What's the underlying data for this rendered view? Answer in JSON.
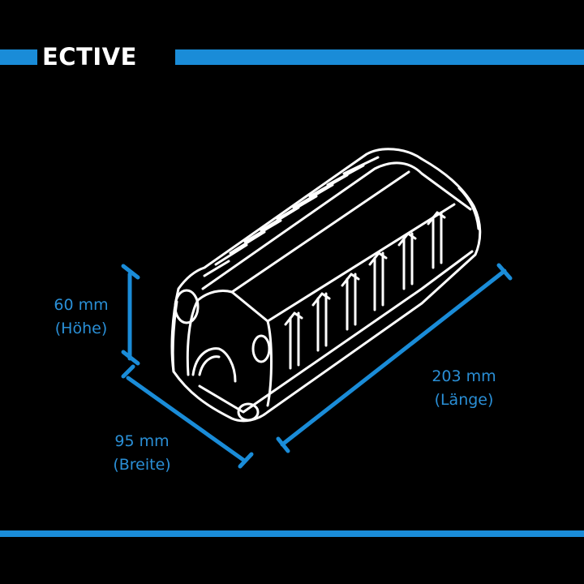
{
  "brand": {
    "logo_text": "ECTIVE",
    "accent_color": "#1a8cd8"
  },
  "dimensions": {
    "height": {
      "value": "60 mm",
      "name": "(Höhe)"
    },
    "width": {
      "value": "95 mm",
      "name": "(Breite)"
    },
    "length": {
      "value": "203 mm",
      "name": "(Länge)"
    }
  }
}
